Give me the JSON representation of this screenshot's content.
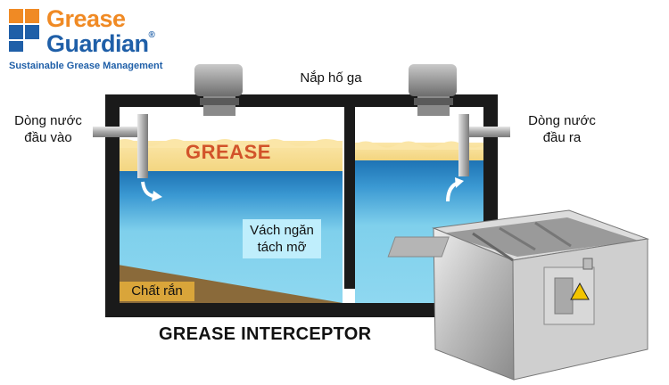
{
  "logo": {
    "brand_line1": "Grease",
    "brand_line2": "Guardian",
    "registered": "®",
    "tagline": "Sustainable Grease Management",
    "colors": {
      "orange": "#f08a24",
      "blue": "#1f5fa8"
    }
  },
  "labels": {
    "cover": "Nắp hố ga",
    "inlet_line1": "Dòng nước",
    "inlet_line2": "đầu vào",
    "outlet_line1": "Dòng nước",
    "outlet_line2": "đầu ra",
    "grease": "GREASE",
    "baffle_line1": "Vách ngăn",
    "baffle_line2": "tách mỡ",
    "solids": "Chất rắn",
    "title": "GREASE INTERCEPTOR"
  },
  "colors": {
    "tank_wall": "#1a1a1a",
    "water": "#7fd0ec",
    "water_deep": "#1e73b4",
    "grease_layer": "#f2d37a",
    "grease_text": "#d2532a",
    "sludge": "#8a6a3a",
    "solids_label_bg": "#d9a53a",
    "baffle_label_bg": "#bfeefc"
  }
}
